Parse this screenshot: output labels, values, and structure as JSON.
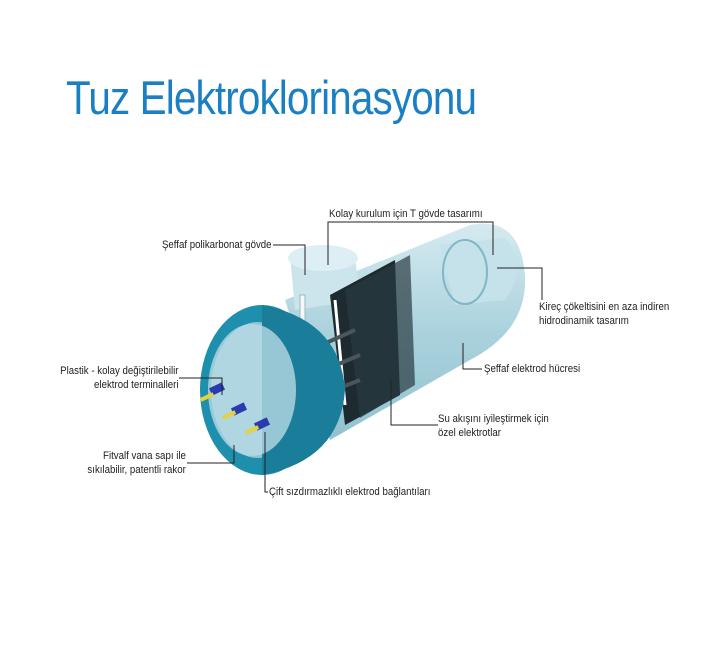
{
  "title": "Tuz Elektroklorinasyonu",
  "labels": {
    "t_body": "Kolay kurulum için T gövde tasarımı",
    "transparent_body": "Şeffaf polikarbonat gövde",
    "hydrodynamic_1": "Kireç çökeltisini en aza indiren",
    "hydrodynamic_2": "hidrodinamik tasarım",
    "cell": "Şeffaf elektrod hücresi",
    "electrodes_1": "Su akışını iyileştirmek için",
    "electrodes_2": "özel elektrotlar",
    "terminals_1": "Plastik - kolay değiştirilebilir",
    "terminals_2": "elektrod terminalleri",
    "union_1": "Fitvalf vana sapı ile",
    "union_2": "sıkılabilir, patentli rakor",
    "seals": "Çift sızdırmazlıklı elektrod bağlantıları"
  },
  "colors": {
    "title": "#1b80c3",
    "ring": "#1f8fae",
    "body": "#a9d3df",
    "electrode": "#1d2a30"
  }
}
